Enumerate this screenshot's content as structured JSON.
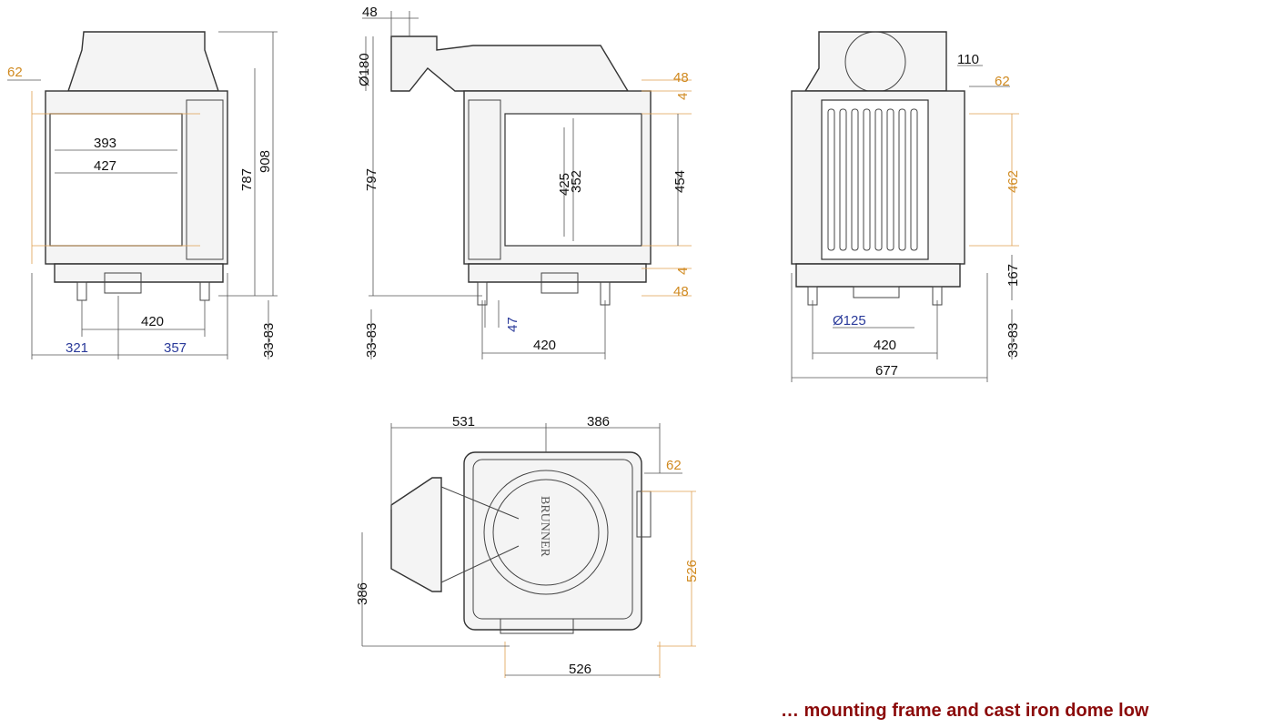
{
  "views": {
    "front": {
      "d62": "62",
      "d393": "393",
      "d427": "427",
      "d787": "787",
      "d908": "908",
      "d420": "420",
      "d321": "321",
      "d357": "357",
      "d3383": "33-83"
    },
    "side": {
      "d48top": "48",
      "d180": "Ø180",
      "d797": "797",
      "d425": "425",
      "d352": "352",
      "d48a": "48",
      "d4a": "4",
      "d454": "454",
      "d4b": "4",
      "d48b": "48",
      "d47": "47",
      "d420": "420",
      "d3383": "33-83"
    },
    "back": {
      "d110": "110",
      "d62": "62",
      "d462": "462",
      "d167": "167",
      "d125": "Ø125",
      "d420": "420",
      "d677": "677",
      "d3383": "33-83"
    },
    "top": {
      "d531": "531",
      "d386": "386",
      "d62": "62",
      "d526v": "526",
      "d386v": "386",
      "d526h": "526",
      "brand": "BRUNNER"
    }
  },
  "caption": "… mounting frame and cast iron dome low",
  "colors": {
    "orange": "#d08a20",
    "blue": "#2a3a9a",
    "caption": "#8b0a0a"
  }
}
